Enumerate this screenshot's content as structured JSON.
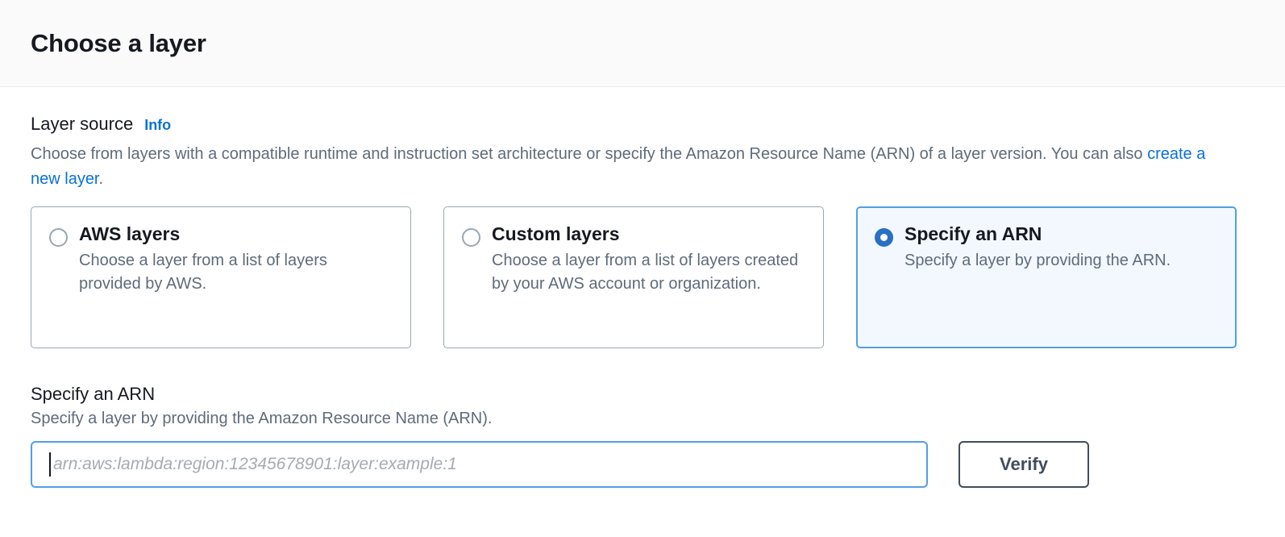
{
  "header": {
    "title": "Choose a layer"
  },
  "layer_source": {
    "label": "Layer source",
    "info_label": "Info",
    "description_before_link": "Choose from layers with a compatible runtime and instruction set architecture or specify the Amazon Resource Name (ARN) of a layer version. You can also ",
    "link_label": "create a new layer",
    "description_after_link": ".",
    "options": [
      {
        "title": "AWS layers",
        "description": "Choose a layer from a list of layers provided by AWS.",
        "selected": false
      },
      {
        "title": "Custom layers",
        "description": "Choose a layer from a list of layers created by your AWS account or organization.",
        "selected": false
      },
      {
        "title": "Specify an ARN",
        "description": "Specify a layer by providing the ARN.",
        "selected": true
      }
    ]
  },
  "arn_section": {
    "title": "Specify an ARN",
    "description": "Specify a layer by providing the Amazon Resource Name (ARN).",
    "input_value": "",
    "input_placeholder": "arn:aws:lambda:region:12345678901:layer:example:1",
    "verify_label": "Verify"
  },
  "colors": {
    "accent_blue": "#0972d3",
    "selected_border": "#539fe5",
    "selected_background": "#f2f8fd",
    "radio_fill": "#2a6fc4",
    "text_primary": "#16191f",
    "text_secondary": "#5f6b7a",
    "button_border": "#414d5c",
    "header_background": "#fafafa"
  }
}
